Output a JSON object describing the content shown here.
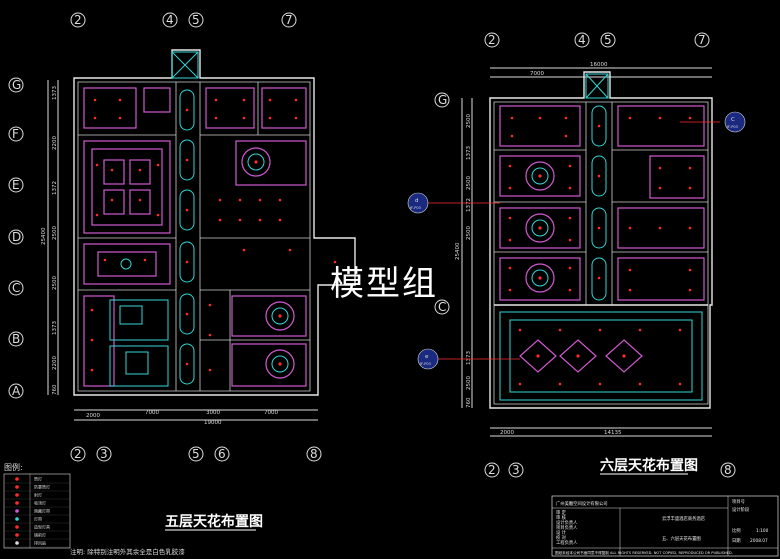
{
  "watermark": "模型组",
  "left_plan": {
    "title": "五层天花布置图",
    "top_axes": [
      "2",
      "4",
      "5",
      "7"
    ],
    "bottom_axes": [
      "2",
      "3",
      "5",
      "6",
      "8"
    ],
    "row_axes": [
      "G",
      "F",
      "E",
      "D",
      "C",
      "B",
      "A"
    ],
    "bottom_dims": [
      "2000",
      "7000",
      "3000",
      "7000"
    ],
    "bottom_total": "19000",
    "side_total": "25400",
    "side_dims": [
      "1373",
      "2200",
      "1372",
      "2500",
      "2500",
      "1373",
      "2200",
      "760"
    ]
  },
  "right_plan": {
    "title": "六层天花布置图",
    "top_axes": [
      "2",
      "4",
      "5",
      "7"
    ],
    "bottom_axes": [
      "2",
      "3",
      "8"
    ],
    "row_axes": [
      "G",
      "C"
    ],
    "top_dims": [
      "7000",
      "16000"
    ],
    "bottom_dims": [
      "2000",
      "14135"
    ],
    "side_total": "25400",
    "side_dims": [
      "2500",
      "1373",
      "2500",
      "1372",
      "2500",
      "1373",
      "2500",
      "760"
    ],
    "section_markers": [
      "C",
      "d",
      "e"
    ],
    "marker_ref": "JF-P03"
  },
  "legend": {
    "title": "图例:",
    "items": [
      "筒灯",
      "防雾筒灯",
      "射灯",
      "吸顶灯",
      "暗藏灯带",
      "灯带",
      "造型灯具",
      "镜前灯",
      "排风扇"
    ]
  },
  "note": "注明: 除特别注明外其余全是白色乳胶漆",
  "title_block": {
    "company": "广州美雕空间设计有限公司",
    "project": "云浮丰盛酒店商务酒店",
    "drawing": "五、六层天花布置图",
    "project_no_label": "项目号",
    "design_label": "设计阶段",
    "scale_label": "比例",
    "scale": "1:100",
    "date_label": "日期",
    "date": "2008.07",
    "rows": [
      "审 定",
      "审 核",
      "设计负责人",
      "项目负责人",
      "设 计",
      "校 对",
      "工程负责人"
    ],
    "footer": "图纸未经本公司书面同意不得复制 ALL RIGHTS RESERVED. NOT COPIED, REPRODUCED OR PUBLISHED."
  }
}
